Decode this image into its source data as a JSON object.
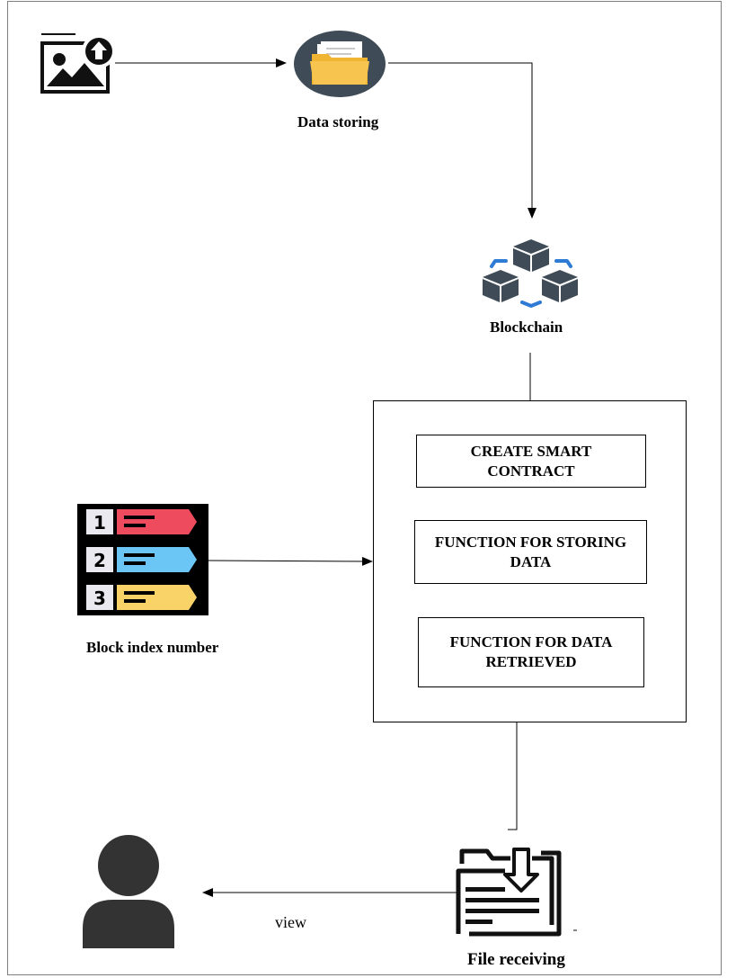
{
  "nodes": {
    "data_storing": "Data storing",
    "blockchain": "Blockchain",
    "block_index_number": "Block index number",
    "file_receiving": "File receiving"
  },
  "smart_contract": {
    "create": "CREATE SMART\nCONTRACT",
    "storing": "FUNCTION FOR STORING\nDATA",
    "retrieved": "FUNCTION FOR DATA\nRETRIEVED"
  },
  "edges": {
    "view": "view"
  },
  "index_list": {
    "items": [
      {
        "number": "1",
        "color": "#ee4c5e"
      },
      {
        "number": "2",
        "color": "#6cc6f5"
      },
      {
        "number": "3",
        "color": "#f9d268"
      }
    ]
  },
  "colors": {
    "folder_circle": "#3f4c57",
    "folder": "#f6c44f",
    "blockchain_cube": "#3f4c57",
    "blockchain_link": "#2e7bd6",
    "person": "#333333"
  },
  "icons": {
    "upload": "image-upload-icon",
    "folder": "folder-icon",
    "blockchain": "blockchain-icon",
    "index": "numbered-list-icon",
    "file": "file-download-icon",
    "user": "user-icon"
  }
}
